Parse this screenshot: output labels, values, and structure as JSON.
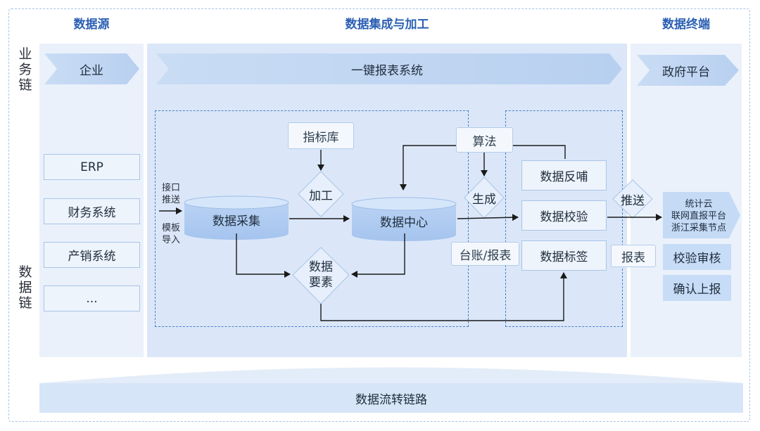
{
  "columns": {
    "source": "数据源",
    "integration": "数据集成与加工",
    "terminal": "数据终端"
  },
  "side_labels": {
    "business_chain": [
      "业",
      "务",
      "链"
    ],
    "data_chain": [
      "数",
      "据",
      "链"
    ]
  },
  "business_row": {
    "enterprise": "企业",
    "one_click": "一键报表系统",
    "gov_platform": "政府平台"
  },
  "sources": [
    "ERP",
    "财务系统",
    "产销系统",
    "..."
  ],
  "entry_labels": {
    "interface_push": [
      "接口",
      "推送"
    ],
    "template_import": [
      "模板",
      "导入"
    ]
  },
  "nodes": {
    "indicator_lib": "指标库",
    "process": "加工",
    "collection": "数据采集",
    "center": "数据中心",
    "elements": [
      "数据",
      "要素"
    ],
    "algorithm": "算法",
    "generate": "生成",
    "ledger": "台账/报表",
    "feedback": "数据反哺",
    "verify": "数据校验",
    "tagging": "数据标签",
    "push": "推送",
    "report": "报表"
  },
  "terminal": {
    "cloud": [
      "统计云",
      "联网直报平台",
      "浙江采集节点"
    ],
    "audit": "校验审核",
    "confirm": "确认上报"
  },
  "footer": "数据流转链路"
}
